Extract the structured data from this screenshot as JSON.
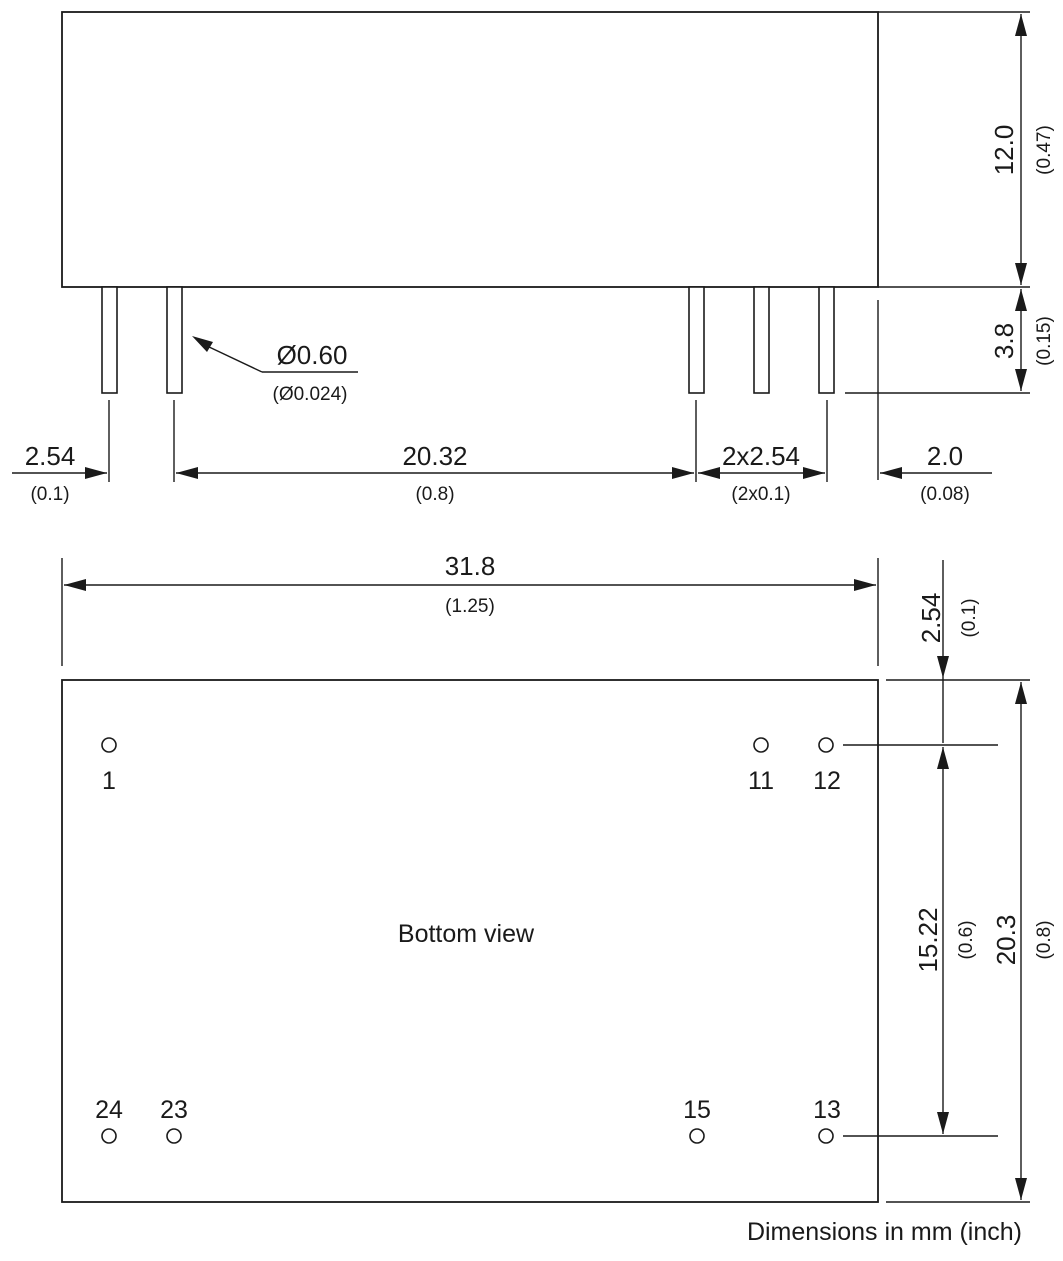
{
  "side_view": {
    "pin_diameter": {
      "mm": "Ø0.60",
      "inch": "(Ø0.024)"
    },
    "height": {
      "mm": "12.0",
      "inch": "(0.47)"
    },
    "pin_length": {
      "mm": "3.8",
      "inch": "(0.15)"
    },
    "offset_left": {
      "mm": "2.54",
      "inch": "(0.1)"
    },
    "pin_span": {
      "mm": "20.32",
      "inch": "(0.8)"
    },
    "pin_pitch": {
      "mm": "2x2.54",
      "inch": "(2x0.1)"
    },
    "offset_right": {
      "mm": "2.0",
      "inch": "(0.08)"
    }
  },
  "bottom_view": {
    "width": {
      "mm": "31.8",
      "inch": "(1.25)"
    },
    "edge_offset": {
      "mm": "2.54",
      "inch": "(0.1)"
    },
    "pin_row_spacing": {
      "mm": "15.22",
      "inch": "(0.6)"
    },
    "depth": {
      "mm": "20.3",
      "inch": "(0.8)"
    },
    "title": "Bottom view",
    "pins": {
      "p1": "1",
      "p11": "11",
      "p12": "12",
      "p24": "24",
      "p23": "23",
      "p15": "15",
      "p13": "13"
    }
  },
  "units_note": "Dimensions in mm (inch)"
}
